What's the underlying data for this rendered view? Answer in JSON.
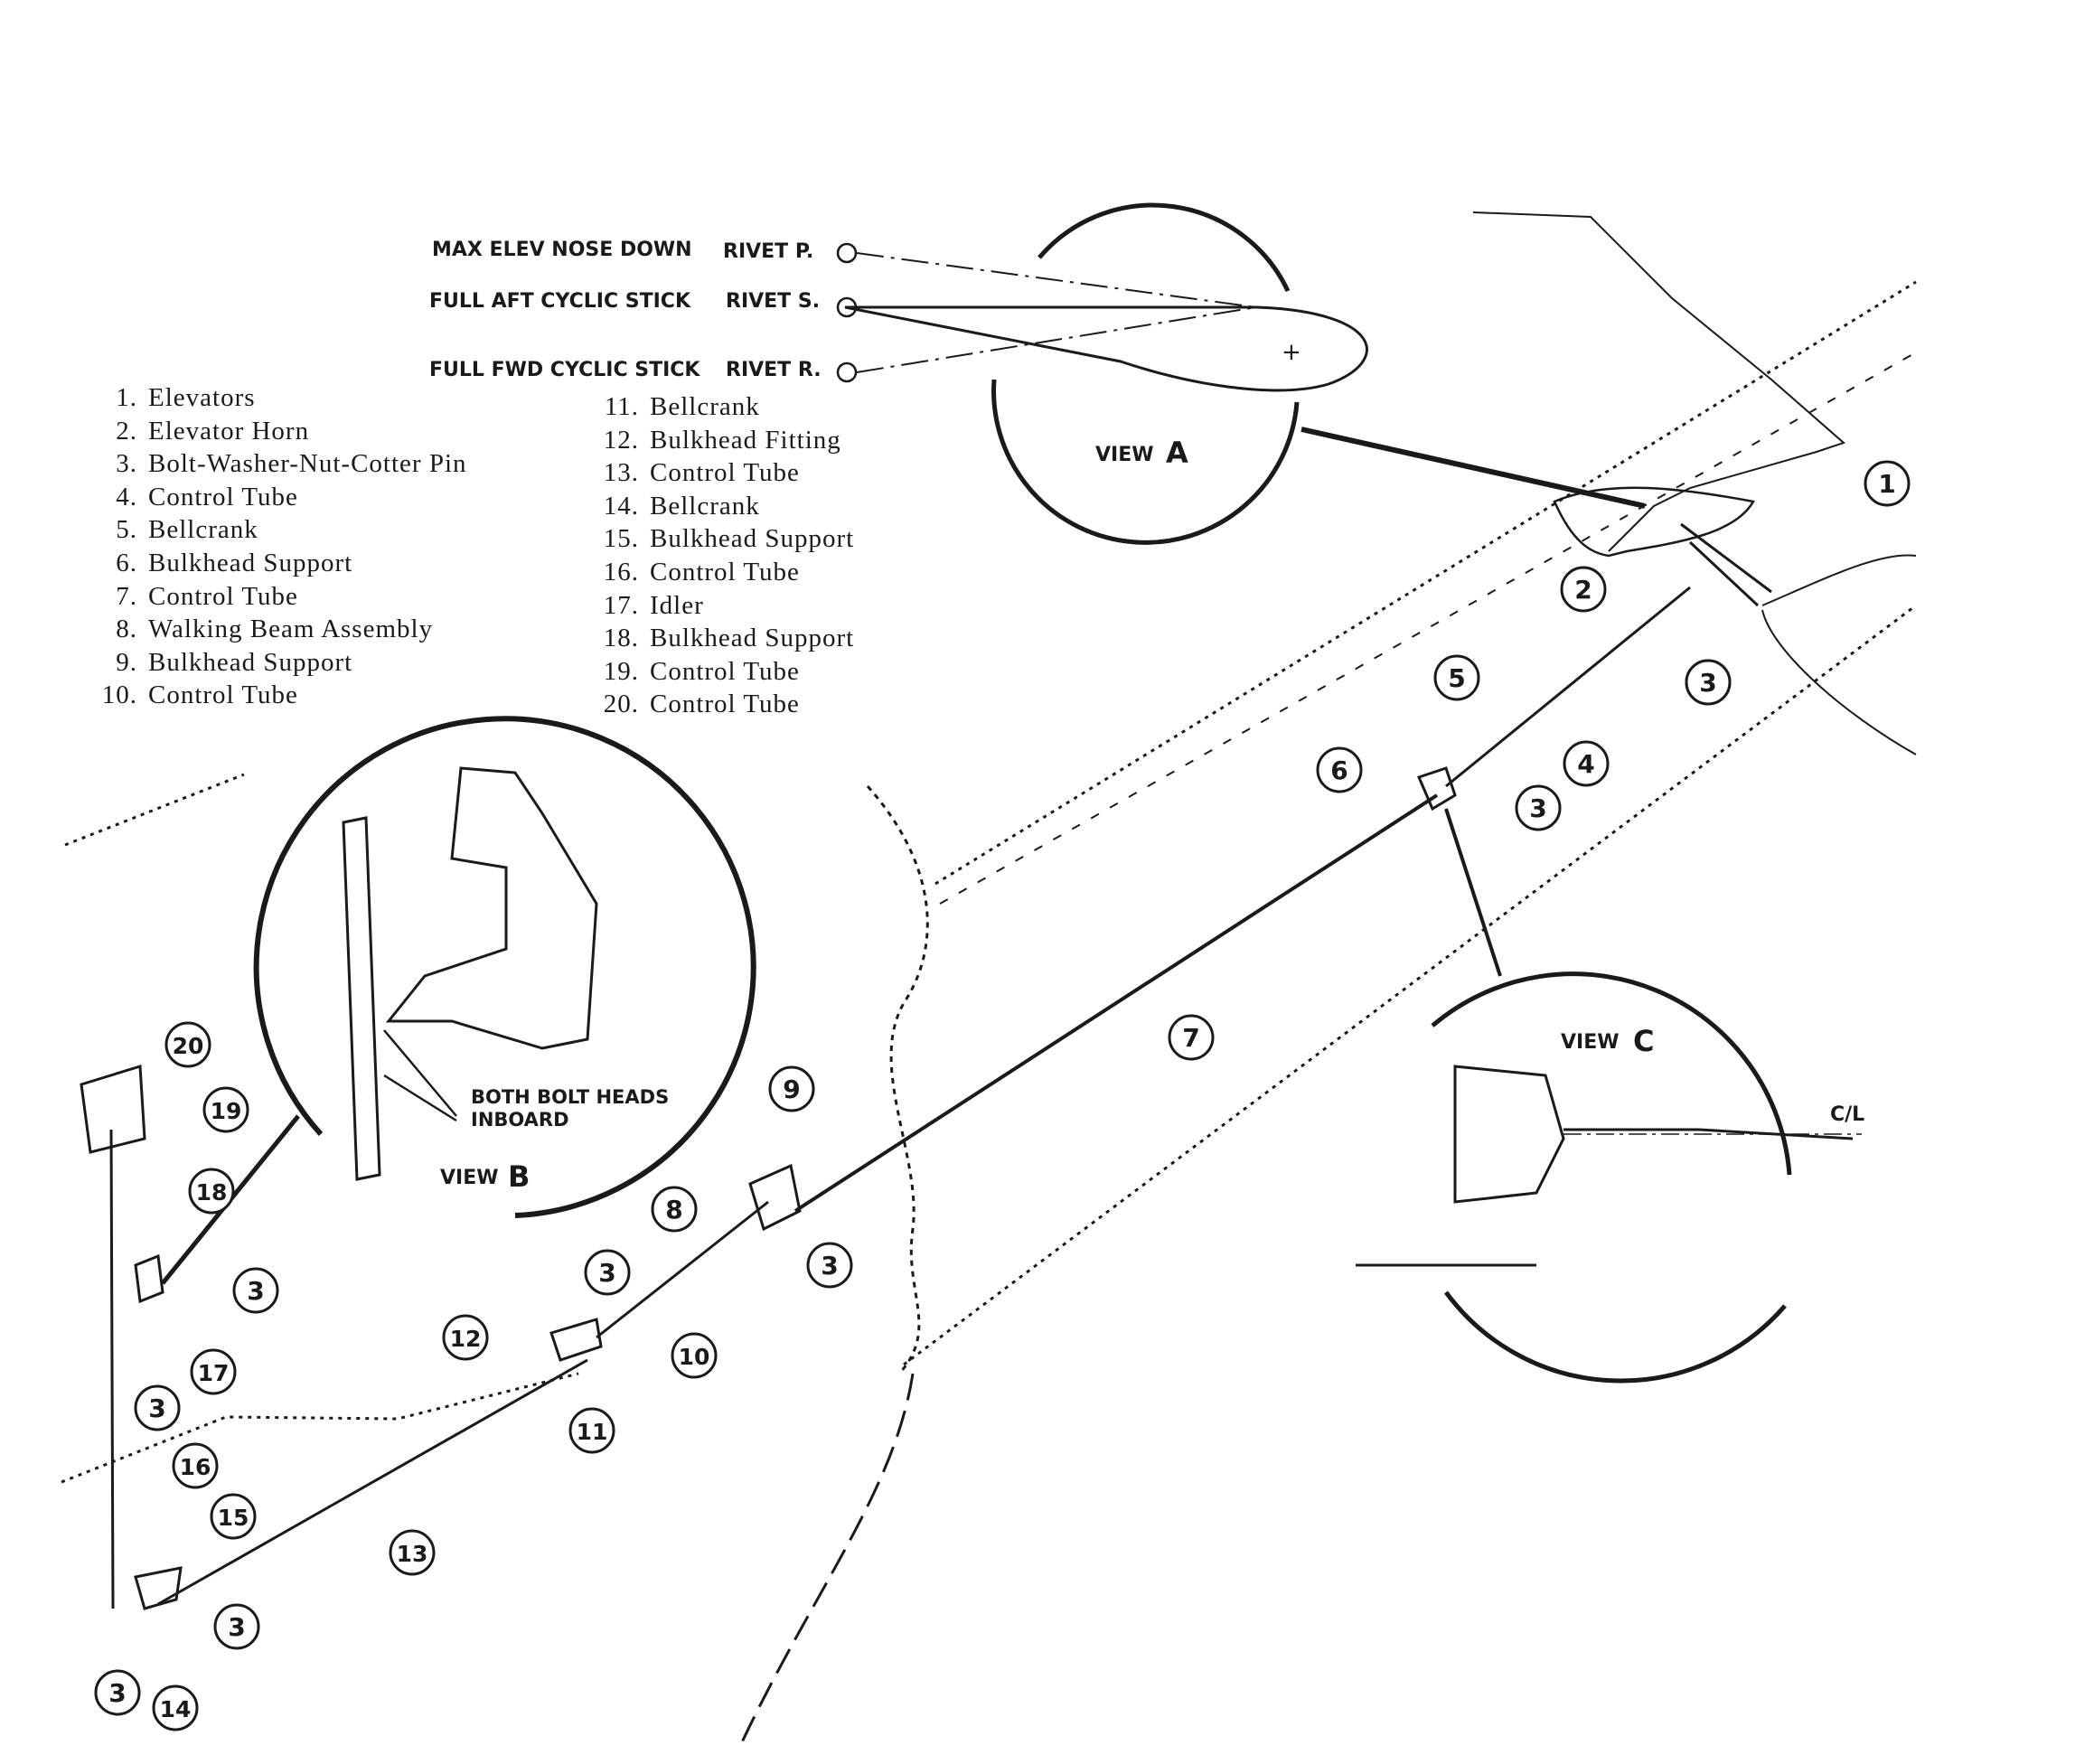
{
  "legend": {
    "left": [
      {
        "num": "1.",
        "name": "Elevators"
      },
      {
        "num": "2.",
        "name": "Elevator Horn"
      },
      {
        "num": "3.",
        "name": "Bolt-Washer-Nut-Cotter Pin"
      },
      {
        "num": "4.",
        "name": "Control Tube"
      },
      {
        "num": "5.",
        "name": "Bellcrank"
      },
      {
        "num": "6.",
        "name": "Bulkhead Support"
      },
      {
        "num": "7.",
        "name": "Control Tube"
      },
      {
        "num": "8.",
        "name": "Walking Beam Assembly"
      },
      {
        "num": "9.",
        "name": "Bulkhead Support"
      },
      {
        "num": "10.",
        "name": "Control Tube"
      }
    ],
    "right": [
      {
        "num": "11.",
        "name": "Bellcrank"
      },
      {
        "num": "12.",
        "name": "Bulkhead Fitting"
      },
      {
        "num": "13.",
        "name": "Control Tube"
      },
      {
        "num": "14.",
        "name": "Bellcrank"
      },
      {
        "num": "15.",
        "name": "Bulkhead Support"
      },
      {
        "num": "16.",
        "name": "Control Tube"
      },
      {
        "num": "17.",
        "name": "Idler"
      },
      {
        "num": "18.",
        "name": "Bulkhead Support"
      },
      {
        "num": "19.",
        "name": "Control Tube"
      },
      {
        "num": "20.",
        "name": "Control Tube"
      }
    ]
  },
  "view_a": {
    "title_word": "VIEW",
    "title_letter": "A",
    "rows": [
      {
        "condition": "MAX ELEV NOSE DOWN",
        "rivet": "RIVET P."
      },
      {
        "condition": "FULL AFT CYCLIC STICK",
        "rivet": "RIVET S."
      },
      {
        "condition": "FULL FWD CYCLIC STICK",
        "rivet": "RIVET R."
      }
    ]
  },
  "view_b": {
    "title_word": "VIEW",
    "title_letter": "B",
    "note_line1": "BOTH BOLT HEADS",
    "note_line2": "INBOARD"
  },
  "view_c": {
    "title_word": "VIEW",
    "title_letter": "C",
    "centerline_label": "C/L"
  },
  "callouts": [
    "1",
    "2",
    "3",
    "3",
    "4",
    "5",
    "6",
    "3",
    "7",
    "9",
    "8",
    "3",
    "10",
    "3",
    "12",
    "11",
    "20",
    "19",
    "18",
    "3",
    "17",
    "3",
    "16",
    "15",
    "13",
    "3",
    "3",
    "14"
  ]
}
